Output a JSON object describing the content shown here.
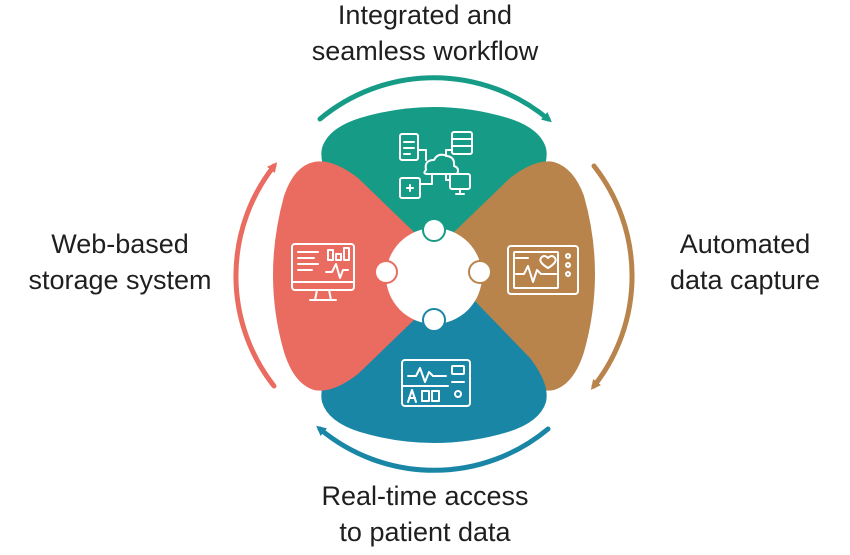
{
  "segments": [
    {
      "id": "top",
      "label_line1": "Integrated and",
      "label_line2": "seamless workflow",
      "color": "#169c86",
      "icon": "cloud-network-icon"
    },
    {
      "id": "right",
      "label_line1": "Automated",
      "label_line2": "data capture",
      "color": "#b9844c",
      "icon": "heart-monitor-icon"
    },
    {
      "id": "bottom",
      "label_line1": "Real-time access",
      "label_line2": "to patient data",
      "color": "#1a86a6",
      "icon": "patient-monitor-icon"
    },
    {
      "id": "left",
      "label_line1": "Web-based",
      "label_line2": "storage system",
      "color": "#ea6b5f",
      "icon": "desktop-dashboard-icon"
    }
  ]
}
